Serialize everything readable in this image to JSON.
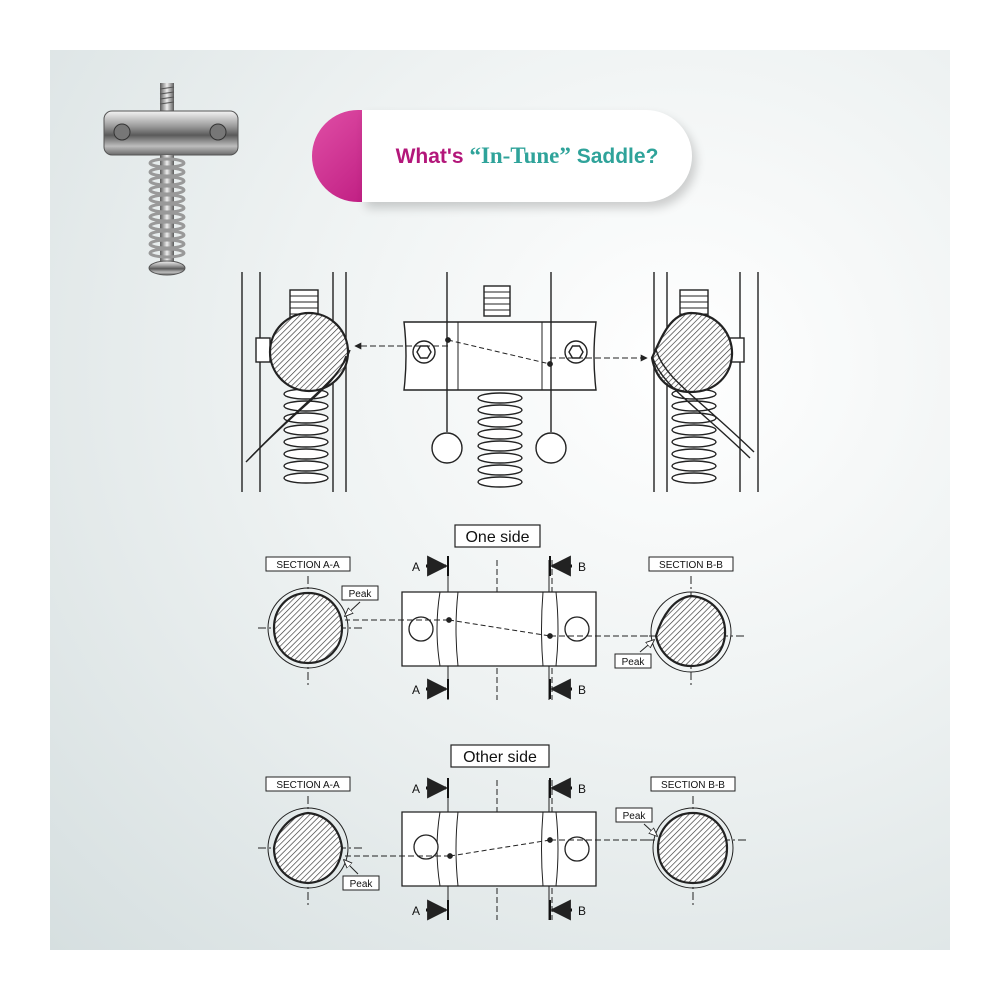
{
  "title": {
    "part1": "What's",
    "part2": "“In-Tune”",
    "part3": "Saddle?"
  },
  "labels": {
    "one_side": "One side",
    "other_side": "Other side",
    "section_a": "SECTION A-A",
    "section_b": "SECTION B-B",
    "peak": "Peak",
    "a": "A",
    "b": "B"
  },
  "colors": {
    "accent_magenta": "#b3177a",
    "accent_teal": "#2fa39a"
  }
}
